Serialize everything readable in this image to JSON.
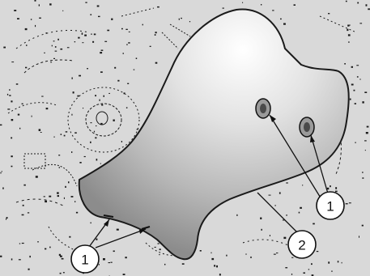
{
  "figure": {
    "colors": {
      "background": "#d9d9d9",
      "cover_light": "#ffffff",
      "cover_dark": "#8f8f8f",
      "line": "#111111"
    },
    "callouts": [
      {
        "label": "1"
      },
      {
        "label": "1"
      },
      {
        "label": "2"
      }
    ]
  }
}
